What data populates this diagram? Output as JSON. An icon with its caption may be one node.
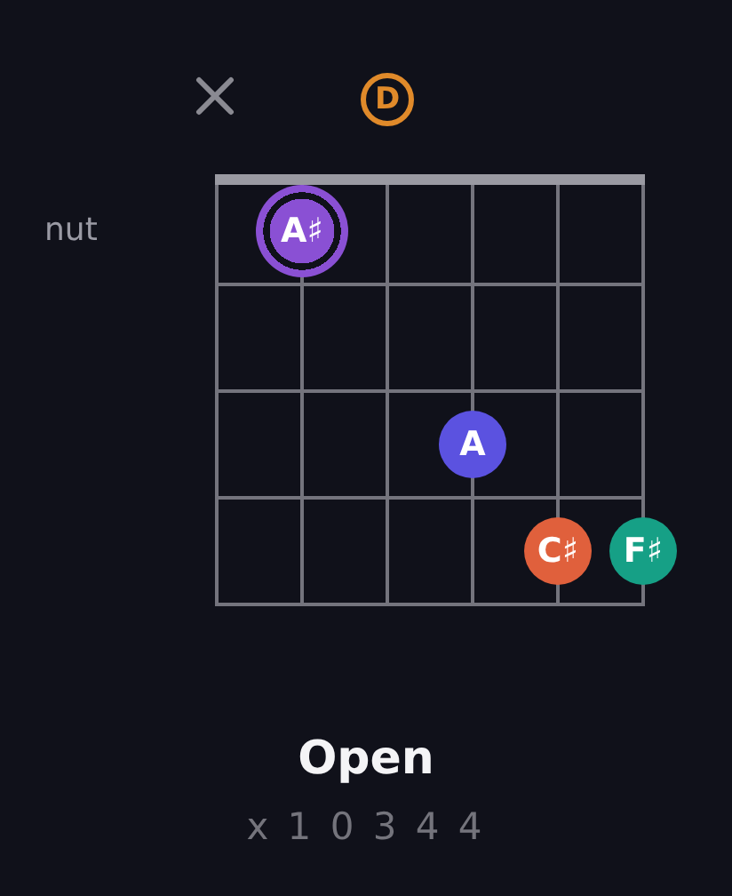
{
  "diagram": {
    "title": "Open",
    "nodes": [
      {
        "text": [
          "D"
        ]
      },
      {
        "text": [
          "A♯"
        ]
      },
      {
        "text": [
          "A"
        ]
      },
      {
        "text": [
          "C♯"
        ]
      },
      {
        "text": [
          "F♯"
        ]
      }
    ],
    "labels": [
      "nut",
      "x 1 0 3 4 4"
    ]
  }
}
